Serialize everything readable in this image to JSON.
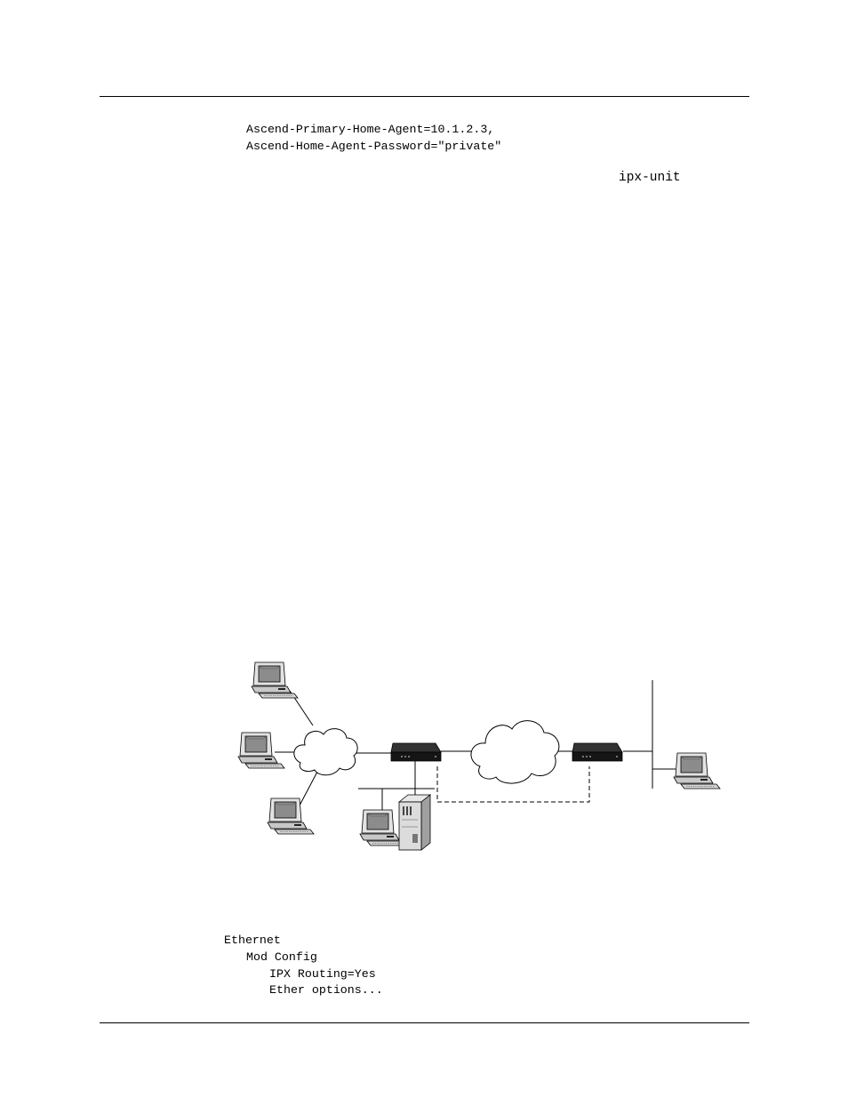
{
  "code_top": {
    "line1": "Ascend-Primary-Home-Agent=10.1.2.3,",
    "line2": "Ascend-Home-Agent-Password=\"private\""
  },
  "inline_code": "ipx-unit",
  "code_bottom": {
    "line1": "Ethernet",
    "line2": "Mod Config",
    "line3": "IPX Routing=Yes",
    "line4": "Ether options..."
  },
  "colors": {
    "rule": "#000000",
    "device_body": "#1a1a1a",
    "screen": "#8c8c8c",
    "case": "#d9d9d9"
  },
  "icons": [
    "workstation-icon",
    "cloud-icon",
    "router-icon",
    "server-tower-icon"
  ]
}
